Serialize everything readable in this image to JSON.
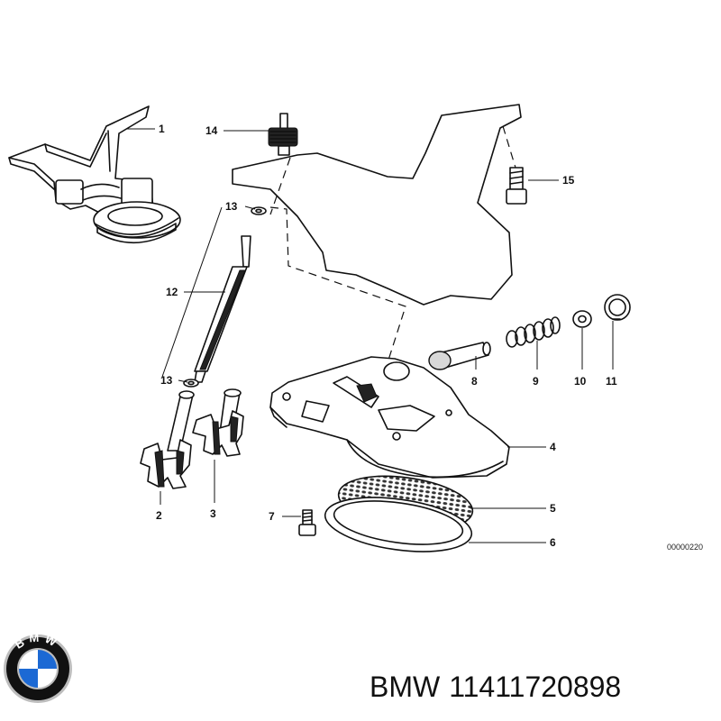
{
  "diagram": {
    "callouts": [
      "1",
      "2",
      "3",
      "4",
      "5",
      "6",
      "7",
      "8",
      "9",
      "10",
      "11",
      "12",
      "13",
      "13",
      "14",
      "15"
    ],
    "drawing_ref": "00000220"
  },
  "caption": {
    "brand": "BMW",
    "part_number": "11411720898"
  },
  "logo": {
    "text": "BMW",
    "colors": {
      "ring": "#111111",
      "blue": "#1c69d4",
      "white": "#ffffff",
      "chrome": "#bdbdbd"
    }
  }
}
